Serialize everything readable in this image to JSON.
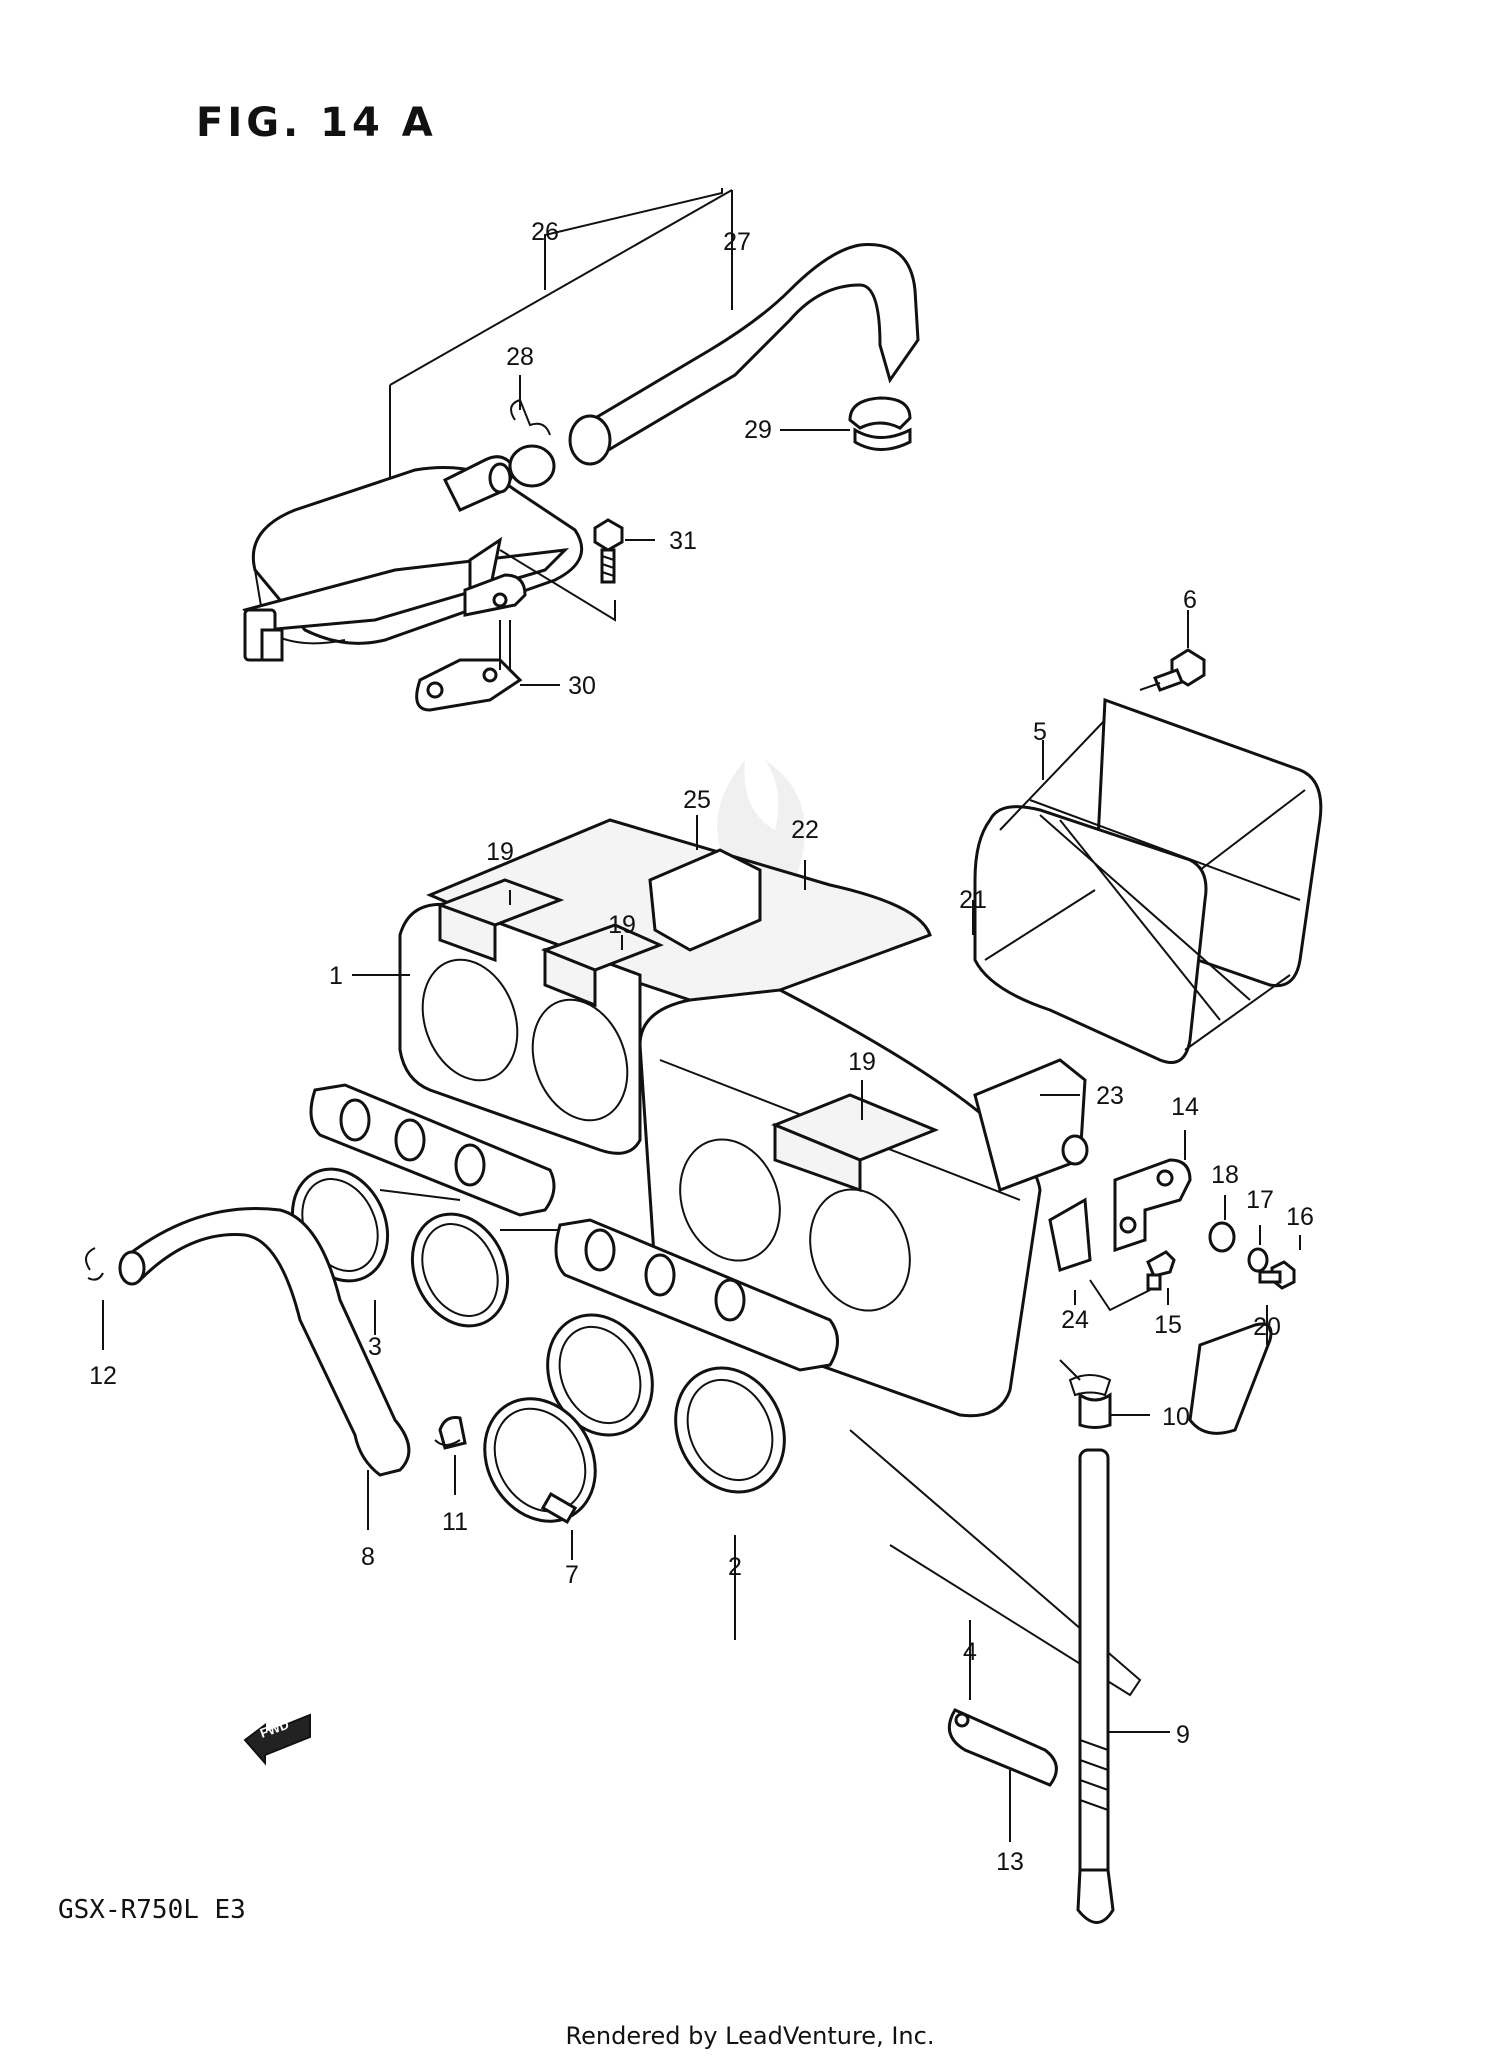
{
  "figure_title": "FIG. 14 A",
  "model_code": "GSX-R750L  E3",
  "footer": "Rendered by LeadVenture, Inc.",
  "fwd_arrow_label": "FWD",
  "callouts": [
    "1",
    "2",
    "3",
    "4",
    "5",
    "6",
    "7",
    "8",
    "9",
    "10",
    "11",
    "12",
    "13",
    "14",
    "15",
    "16",
    "17",
    "18",
    "19",
    "19",
    "19",
    "20",
    "21",
    "22",
    "23",
    "24",
    "25",
    "26",
    "27",
    "28",
    "29",
    "30",
    "31"
  ]
}
